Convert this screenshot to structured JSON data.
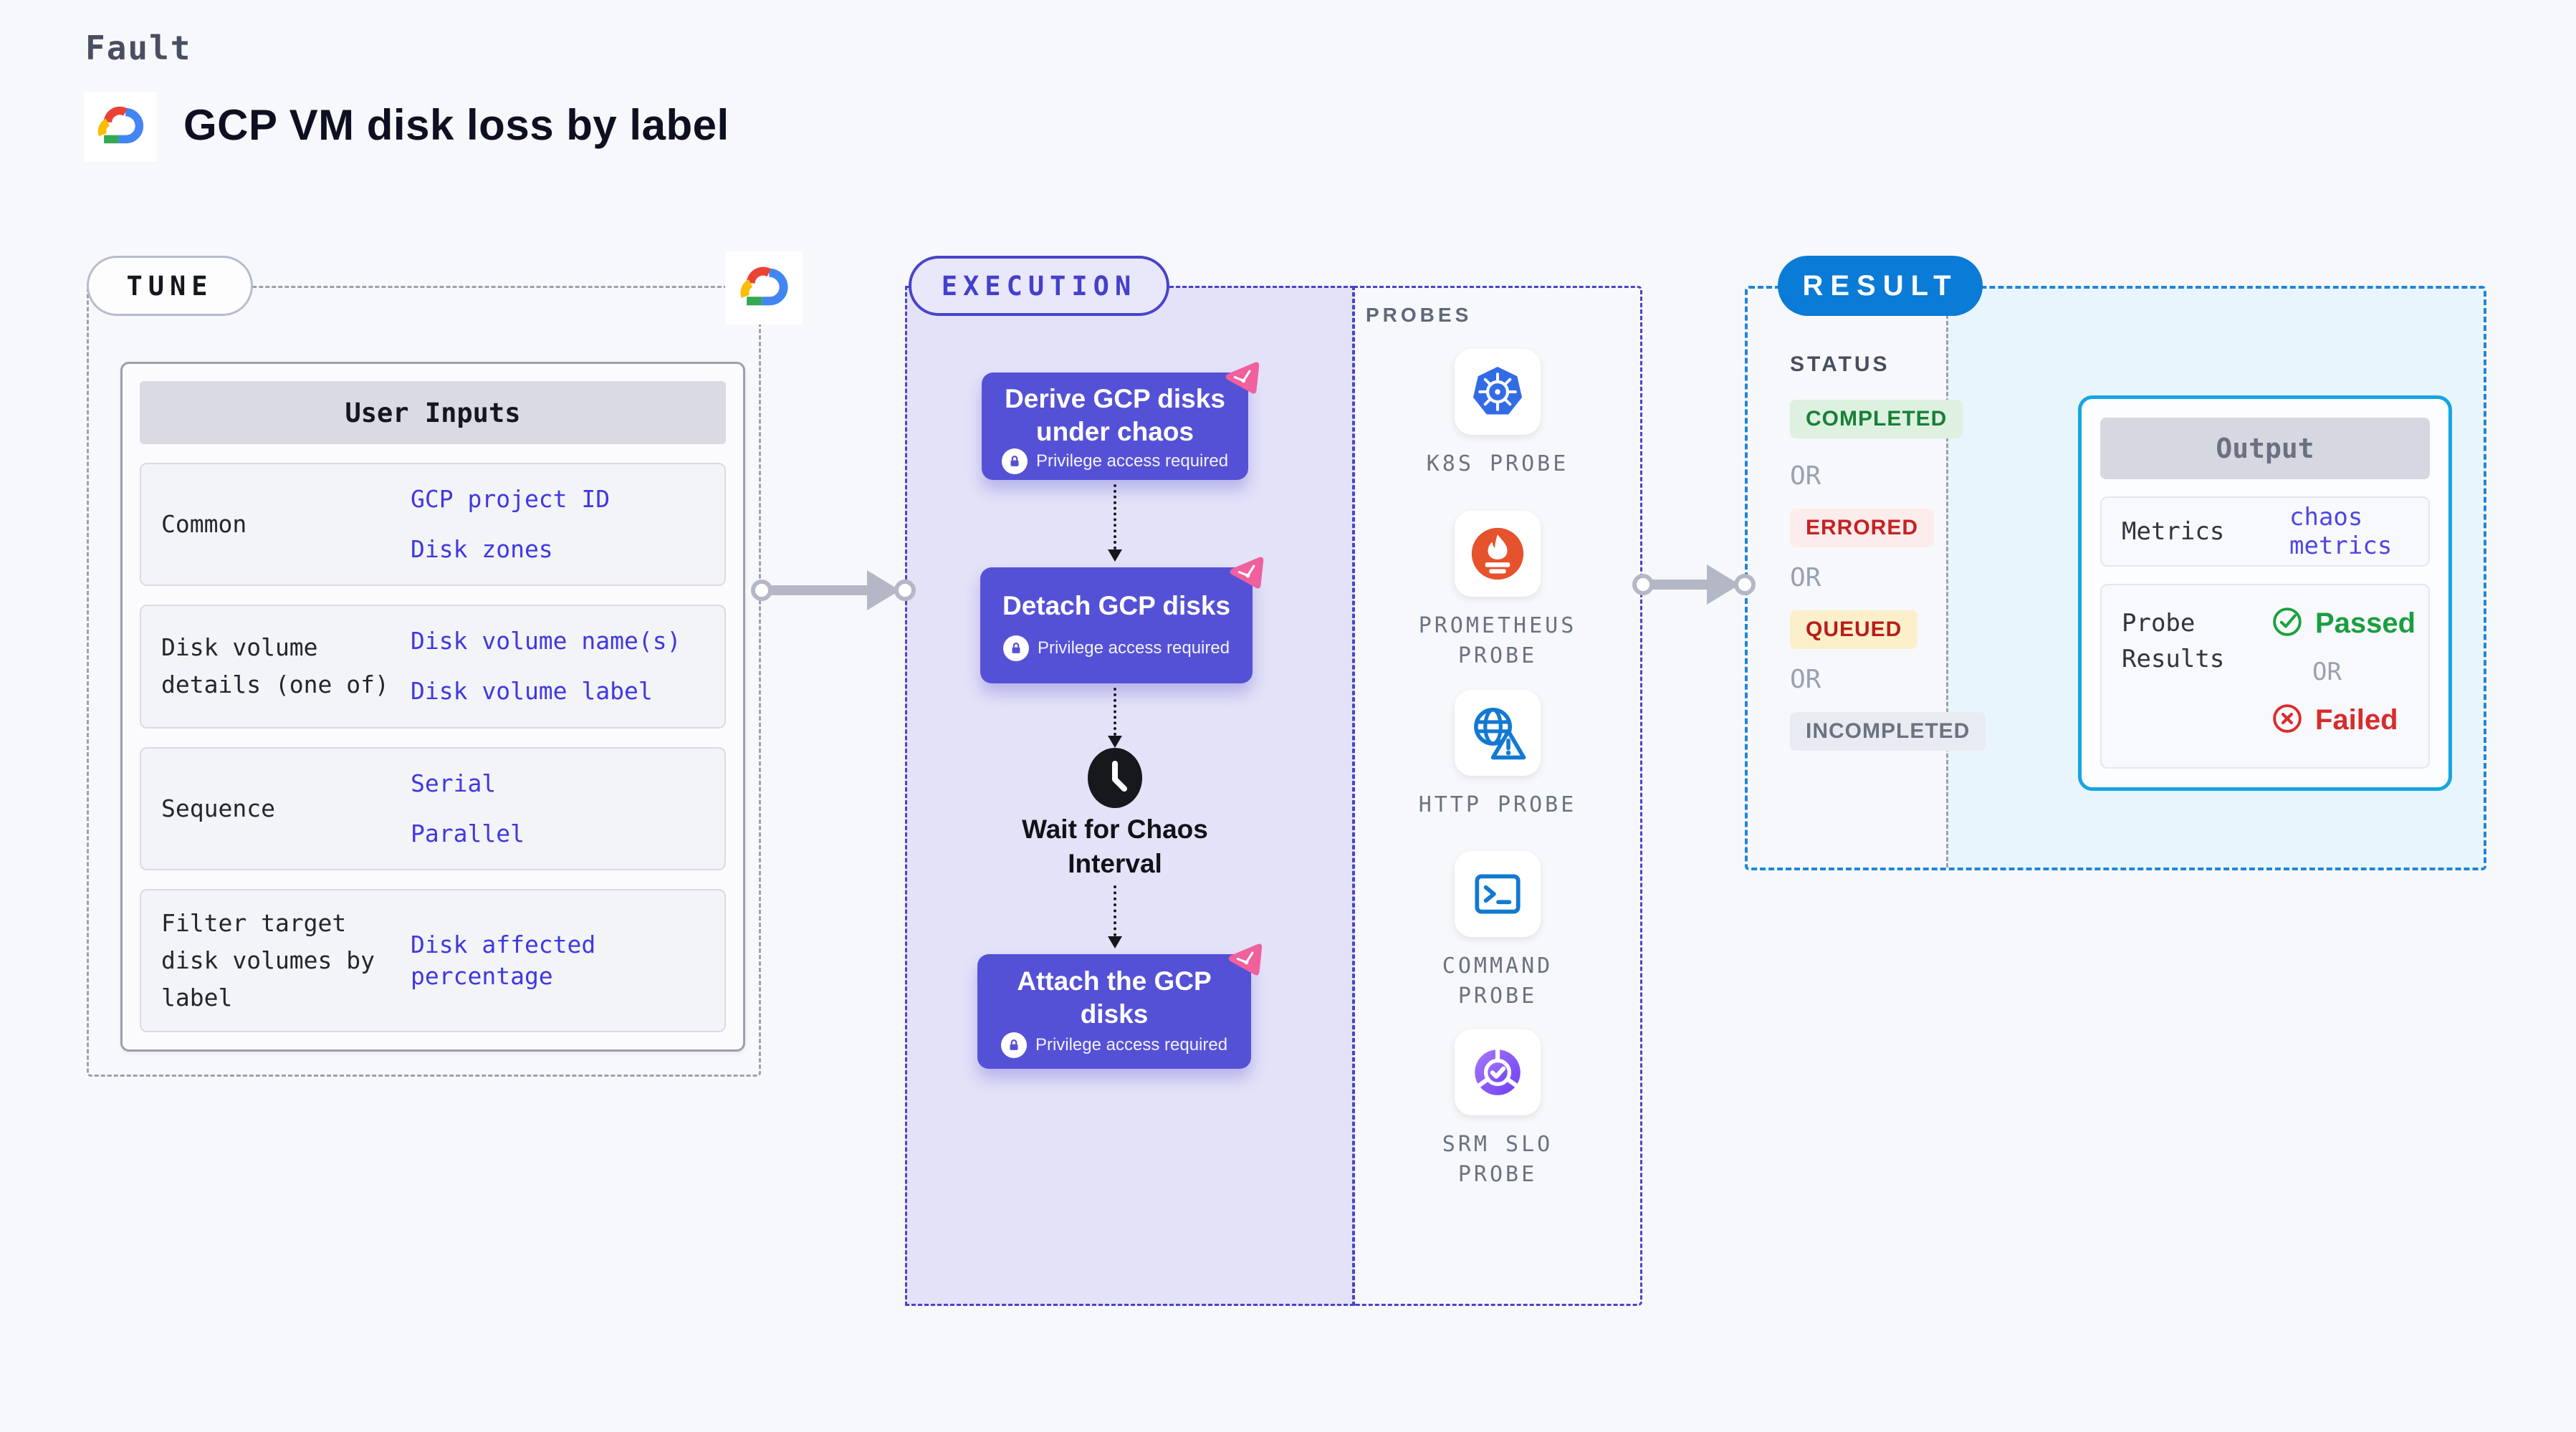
{
  "header": {
    "eyebrow": "Fault",
    "title": "GCP VM disk loss by label",
    "logo": "gcp-cloud-icon"
  },
  "tune": {
    "label": "TUNE",
    "table_title": "User Inputs",
    "rows": [
      {
        "label": "Common",
        "links": [
          "GCP project ID",
          "Disk zones"
        ]
      },
      {
        "label": "Disk volume details (one of)",
        "links": [
          "Disk volume name(s)",
          "Disk volume label"
        ]
      },
      {
        "label": "Sequence",
        "links": [
          "Serial",
          "Parallel"
        ]
      },
      {
        "label": "Filter target disk volumes by label",
        "links": [
          "Disk affected percentage"
        ]
      }
    ],
    "link_color": "#3f38e0"
  },
  "execution": {
    "label": "EXECUTION",
    "node_color": "#5551d6",
    "steps": [
      {
        "title": "Derive GCP disks under chaos",
        "badge": "Privilege access required"
      },
      {
        "title": "Detach GCP disks",
        "badge": "Privilege access required"
      },
      {
        "title": "Wait for Chaos Interval",
        "icon": "clock-icon"
      },
      {
        "title": "Attach the GCP disks",
        "badge": "Privilege access required"
      }
    ]
  },
  "probes": {
    "label": "PROBES",
    "items": [
      {
        "name": "K8S PROBE",
        "icon": "kubernetes-icon"
      },
      {
        "name": "PROMETHEUS PROBE",
        "icon": "prometheus-icon"
      },
      {
        "name": "HTTP PROBE",
        "icon": "http-globe-icon"
      },
      {
        "name": "COMMAND PROBE",
        "icon": "terminal-icon"
      },
      {
        "name": "SRM SLO PROBE",
        "icon": "srm-slo-icon"
      }
    ]
  },
  "result": {
    "label": "RESULT",
    "status_heading": "STATUS",
    "or_text": "OR",
    "statuses": [
      {
        "text": "COMPLETED",
        "fg": "#188038",
        "bg": "#def1e1"
      },
      {
        "text": "ERRORED",
        "fg": "#c52222",
        "bg": "#fcecec"
      },
      {
        "text": "QUEUED",
        "fg": "#b91c1c",
        "bg": "#fbf0c9"
      },
      {
        "text": "INCOMPLETED",
        "fg": "#6b7280",
        "bg": "#e9ebf2"
      }
    ],
    "output": {
      "title": "Output",
      "metrics_label": "Metrics",
      "metrics_link": "chaos metrics",
      "probe_results_label": "Probe Results",
      "passed": "Passed",
      "failed": "Failed",
      "passed_color": "#1a9e3f",
      "failed_color": "#d92b2b"
    }
  }
}
